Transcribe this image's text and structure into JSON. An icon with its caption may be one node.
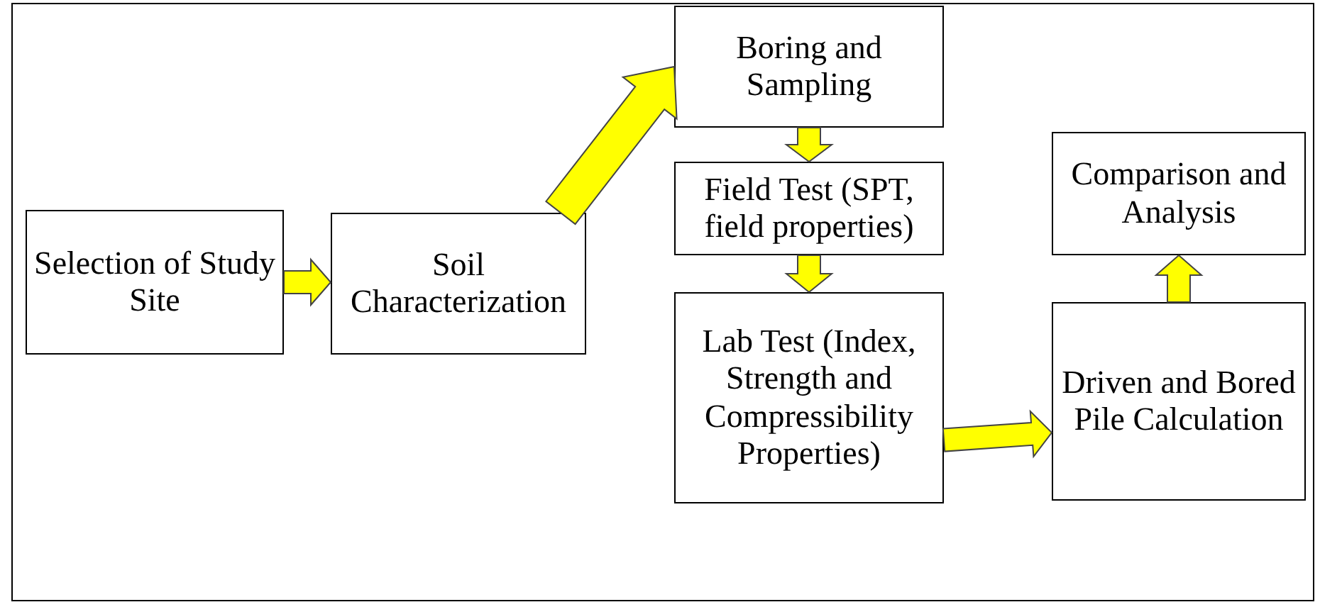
{
  "diagram": {
    "nodes": [
      {
        "text": [
          "Selection of Study Site"
        ]
      },
      {
        "text": [
          "Soil Characterization"
        ]
      },
      {
        "text": [
          "Boring and Sampling"
        ]
      },
      {
        "text": [
          "Field Test (SPT, field properties)"
        ]
      },
      {
        "text": [
          "Lab Test (Index, Strength and Compressibility Properties)"
        ]
      },
      {
        "text": [
          "Comparison and Analysis"
        ]
      },
      {
        "text": [
          "Driven and Bored Pile Calculation"
        ]
      }
    ],
    "edges": [
      {
        "from": 0,
        "to": 1,
        "arrow": "to"
      },
      {
        "from": 1,
        "to": 2,
        "arrow": "to"
      },
      {
        "from": 2,
        "to": 3,
        "arrow": "to"
      },
      {
        "from": 3,
        "to": 4,
        "arrow": "to"
      },
      {
        "from": 4,
        "to": 6,
        "arrow": "to"
      },
      {
        "from": 6,
        "to": 5,
        "arrow": "to"
      }
    ]
  }
}
